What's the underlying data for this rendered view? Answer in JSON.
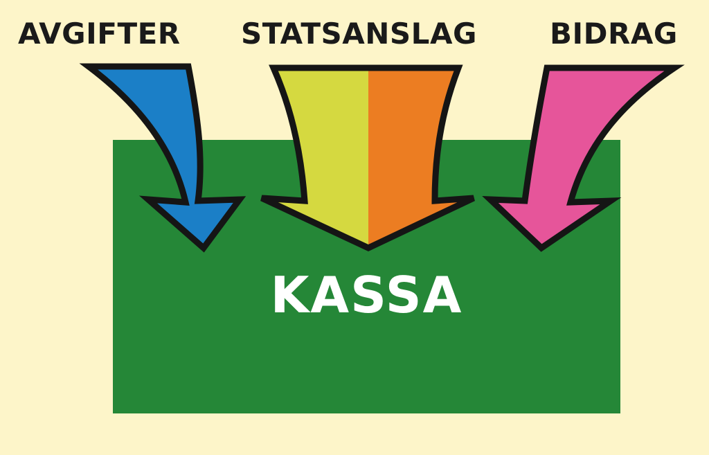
{
  "colors": {
    "background": "#fdf5c9",
    "box": "#258737",
    "box_text": "#ffffff",
    "label_text": "#1a1a1a",
    "outline": "#151515",
    "arrow_left": "#1b7fc7",
    "arrow_center_left": "#d5d940",
    "arrow_center_right": "#ec7d22",
    "arrow_right": "#e6559a"
  },
  "diagram": {
    "sources": [
      {
        "label": "AVGIFTER",
        "arrow_icon": "curved-arrow-blue-icon"
      },
      {
        "label": "STATSANSLAG",
        "arrow_icon": "wide-arrow-yellow-orange-icon"
      },
      {
        "label": "BIDRAG",
        "arrow_icon": "curved-arrow-pink-icon"
      }
    ],
    "target": {
      "label": "KASSA"
    }
  }
}
